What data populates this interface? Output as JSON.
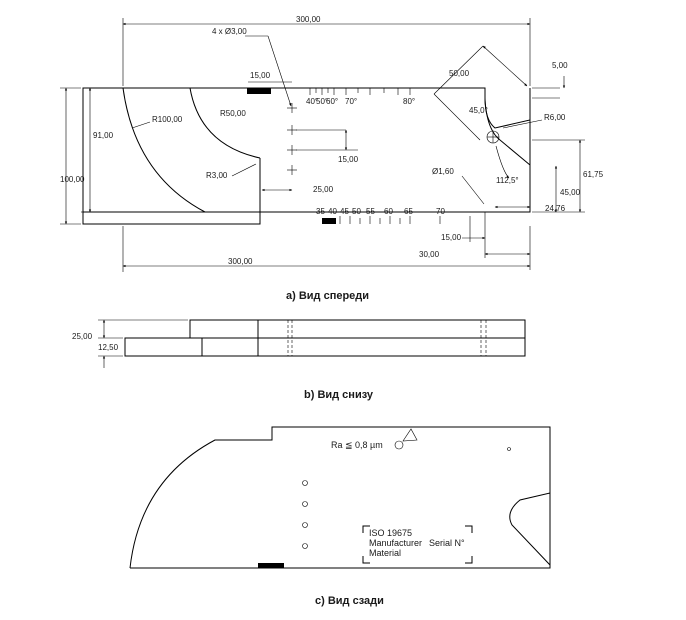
{
  "front_view": {
    "caption": "а) Вид спереди",
    "dims": {
      "top_length": "300,00",
      "bottom_length": "300,00",
      "holes": "4 x Ø3,00",
      "d15_top": "15,00",
      "d15_mid": "15,00",
      "d15_bottom": "15,00",
      "r100": "R100,00",
      "r50": "R50,00",
      "r3": "R3,00",
      "r6": "R6,00",
      "d91": "91,00",
      "d100": "100,00",
      "d25": "25,00",
      "d50": "50,00",
      "d5": "5,00",
      "a45": "45,0°",
      "a112": "112,5°",
      "d61": "61,75",
      "d45": "45,00",
      "d24": "24,76",
      "d30": "30,00",
      "phi16": "Ø1,60"
    },
    "scale_top": [
      "40°",
      "50°",
      "60°",
      "70°",
      "80°"
    ],
    "scale_bottom": [
      "35",
      "40",
      "45",
      "50",
      "55",
      "60",
      "65",
      "70"
    ]
  },
  "bottom_view": {
    "caption": "b) Вид снизу",
    "dims": {
      "d25": "25,00",
      "d12": "12,50"
    }
  },
  "back_view": {
    "caption": "c) Вид сзади",
    "roughness": "Ra ≦ 0,8 µm",
    "label": [
      "ISO 19675",
      "Manufacturer",
      "Serial N°",
      "Material"
    ]
  }
}
